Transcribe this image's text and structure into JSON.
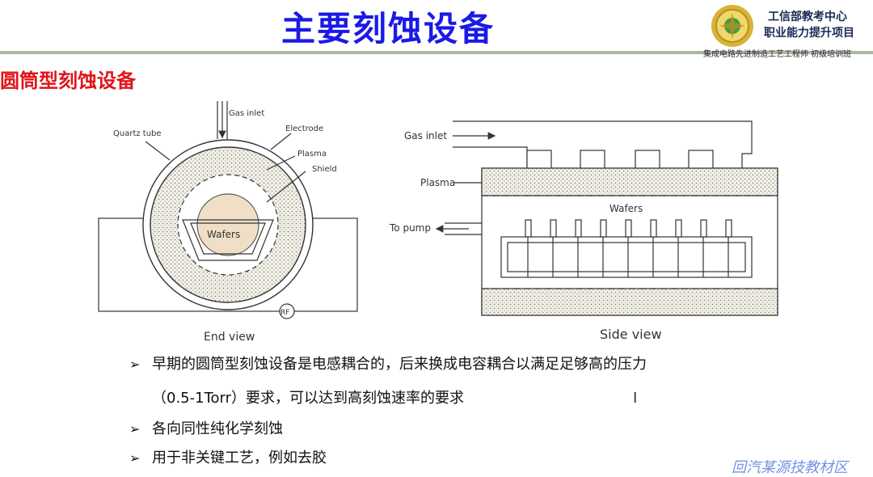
{
  "slide": {
    "title": "主要刻蚀设备",
    "org_line1": "工信部教考中心",
    "org_line2": "职业能力提升项目",
    "subtitle_rule": "集成电路先进制造工艺工程师 初级培训班",
    "section_title": "圆筒型刻蚀设备"
  },
  "end_view": {
    "label_gas_inlet": "Gas inlet",
    "label_quartz_tube": "Quartz tube",
    "label_electrode": "Electrode",
    "label_plasma": "Plasma",
    "label_shield": "Shield",
    "label_wafers": "Wafers",
    "label_rf": "RF",
    "caption": "End view"
  },
  "side_view": {
    "label_gas_inlet": "Gas inlet",
    "label_plasma": "Plasma",
    "label_wafers": "Wafers",
    "label_to_pump": "To pump",
    "caption": "Side view"
  },
  "bullets": [
    {
      "marker": "➢",
      "text": "早期的圆筒型刻蚀设备是电感耦合的，后来换成电容耦合以满足足够高的压力",
      "cont": "（0.5-1Torr）要求，可以达到高刻蚀速率的要求"
    },
    {
      "marker": "➢",
      "text": "各向同性纯化学刻蚀"
    },
    {
      "marker": "➢",
      "text": "用于非关键工艺，例如去胶"
    }
  ],
  "cursor_glyph": "I",
  "watermark": "回汽某源技教材区",
  "colors": {
    "title": "#1a1ae6",
    "section": "#e0151a",
    "rule": "#a9b8a4",
    "org": "#1a2a55"
  },
  "icons": {
    "logo": "emblem-logo-icon",
    "cursor": "text-cursor-icon"
  }
}
